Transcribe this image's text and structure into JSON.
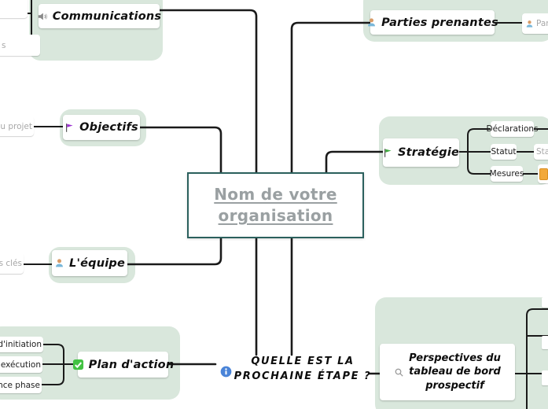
{
  "center": {
    "line1": "Nom de votre",
    "line2": "organisation"
  },
  "topics": {
    "communications": {
      "label": "Communications"
    },
    "parties": {
      "label": "Parties prenantes"
    },
    "objectifs": {
      "label": "Objectifs"
    },
    "strategie": {
      "label": "Stratégie",
      "children": [
        "Déclarations",
        "Statut",
        "Mesures"
      ]
    },
    "equipe": {
      "label": "L'équipe"
    },
    "plan": {
      "label": "Plan d'action"
    },
    "quelle": {
      "line1": "QUELLE EST LA",
      "line2": "PROCHAINE ÉTAPE ?"
    },
    "perspectives": {
      "line1": "Perspectives du",
      "line2": "tableau de bord",
      "line3": "prospectif"
    }
  },
  "partials": {
    "projet": "du projet",
    "cles": "es clés",
    "letter": "s",
    "par": "Par",
    "sta": "Sta",
    "initiation": "se d'initiation",
    "execution": "e d'exécution",
    "maintenance": "enance phase"
  },
  "colors": {
    "container_green": "#d9e7dc",
    "line_black": "#1a1a1a",
    "center_border_teal": "#2b605d",
    "center_text_gray": "#9aa0a2",
    "muted_gray": "#a8a8a8",
    "info_blue": "#4a84d8",
    "flag_purple": "#9b30d0",
    "flag_green": "#3faa3f",
    "check_green": "#42c242",
    "icon_orange": "#f2a93b"
  }
}
